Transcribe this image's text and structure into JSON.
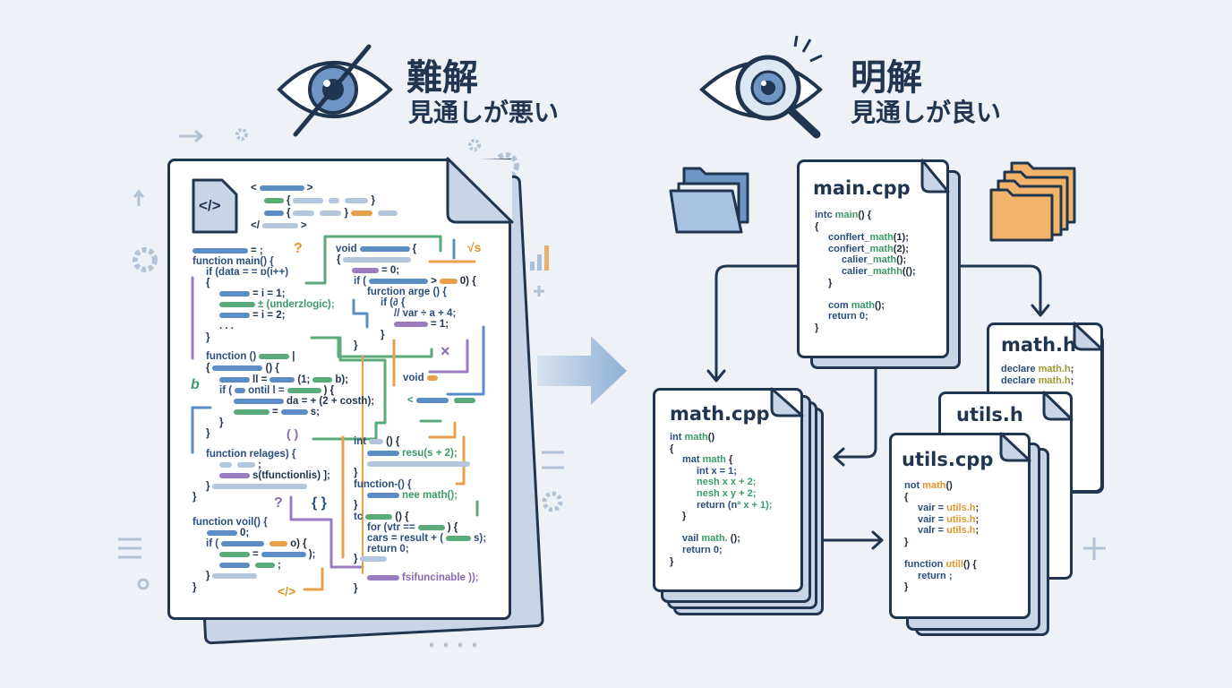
{
  "left_heading": {
    "title": "難解",
    "subtitle": "見通しが悪い"
  },
  "right_heading": {
    "title": "明解",
    "subtitle": "見通しが良い"
  },
  "left_doc": {
    "icon_glyph": "</>",
    "header": [
      "<",
      ">",
      "{",
      "}",
      "{",
      "}",
      "</",
      ">"
    ],
    "code": [
      "= ;",
      "function main() {",
      "if  (data = = ɒ(i++)",
      "{",
      "= i = 1;",
      "± (underzlogic);",
      "= i = 2;",
      ". . .",
      "}",
      "function ()",
      "|",
      "{",
      "() {",
      "ll =",
      "(1;",
      "b);",
      "if (",
      "ontil l =",
      ") {",
      "da = + (2 + costh);",
      "=",
      "s;",
      "}",
      "}",
      "function relages) {",
      ";",
      "s(tfunctionlis) ];",
      "}",
      "}",
      "function voil() {",
      "0;",
      "if (",
      "o) {",
      "=",
      ");",
      ";",
      "}",
      "}",
      "void",
      "{",
      "{",
      "= 0;",
      "if (",
      ">",
      "0) {",
      "furction arge () {",
      "if (∂ {",
      "// var ÷ a + 4;",
      "= 1;",
      "}",
      "}",
      "void",
      "<",
      "int",
      "() {",
      "resu(s + 2);",
      "}",
      "function-() {",
      "nee math();",
      "}",
      "tc",
      "() {",
      "for (vtr ==",
      ") {",
      "cars = result + (",
      "s);",
      "return 0;",
      "}",
      "fsifuncinable ));",
      "}"
    ],
    "symbols": {
      "q1": "?",
      "q2": "?",
      "parens": "( )",
      "braces": "{ }",
      "tag": "</>",
      "b": "b",
      "x": "×",
      "sqrt": "√s"
    }
  },
  "files": {
    "main_cpp": {
      "title": "main.cpp",
      "lines": [
        [
          "intc ",
          "main",
          "() {"
        ],
        [
          "{"
        ],
        [
          "conflert_",
          "math",
          "(1);"
        ],
        [
          "confiert_",
          "math",
          "(2);"
        ],
        [
          "calier_",
          "math",
          "();"
        ],
        [
          "calier_",
          "mathh",
          "(();"
        ],
        [
          "}"
        ],
        [
          ""
        ],
        [
          "com ",
          "math",
          "();"
        ],
        [
          "return 0;"
        ],
        [
          "}"
        ]
      ]
    },
    "math_cpp": {
      "title": "math.cpp",
      "lines": [
        [
          "int ",
          "math",
          "()"
        ],
        [
          "{"
        ],
        [
          "mat ",
          "math",
          " {"
        ],
        [
          "int x = 1;"
        ],
        [
          "nesh",
          " x x + 2;"
        ],
        [
          "nesh",
          " x y + 2;"
        ],
        [
          "return (n",
          "ª x + 1);"
        ],
        [
          "}"
        ],
        [
          ""
        ],
        [
          "vail ",
          "math.",
          " ();"
        ],
        [
          "return 0;"
        ],
        [
          "}"
        ]
      ]
    },
    "math_h": {
      "title": "math.h",
      "lines": [
        [
          "declare ",
          "math.h",
          ";"
        ],
        [
          "declare ",
          "math.h",
          ";"
        ]
      ]
    },
    "utils_h": {
      "title": "utils.h"
    },
    "utils_cpp": {
      "title": "utils.cpp",
      "lines": [
        [
          "not ",
          "math",
          "()"
        ],
        [
          "{"
        ],
        [
          "vair = ",
          "utils.h",
          ";"
        ],
        [
          "vair = ",
          "utiis.h",
          ";"
        ],
        [
          "valr = ",
          "utils.h",
          ";"
        ],
        [
          "}"
        ],
        [
          ""
        ],
        [
          "function ",
          "utill",
          "() {"
        ],
        [
          "return ;"
        ],
        [
          "}"
        ]
      ]
    }
  },
  "colors": {
    "ink": "#1f3550",
    "blue": "#5b8cc4",
    "green": "#5aaa7a",
    "orange": "#e8a04a",
    "purple": "#9a7cc0",
    "background": "#eef2f6",
    "folder_blue": "#8fb0d6",
    "folder_orange": "#f2b46a"
  }
}
